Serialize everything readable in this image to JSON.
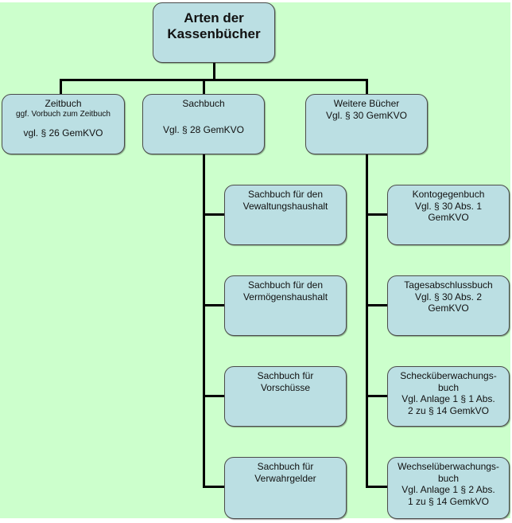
{
  "diagram": {
    "background_color": "#ccffcc",
    "box_color": "#bbdfe3",
    "root": {
      "line1": "Arten der",
      "line2": "Kassenbücher"
    },
    "level1": [
      {
        "id": "zeitbuch",
        "title": "Zeitbuch",
        "subtitle": "ggf. Vorbuch zum Zeitbuch",
        "ref": "vgl. § 26 GemKVO"
      },
      {
        "id": "sachbuch",
        "title": "Sachbuch",
        "ref": "Vgl. § 28 GemKVO"
      },
      {
        "id": "weitere",
        "title": "Weitere Bücher",
        "ref": "Vgl. § 30 GemKVO"
      }
    ],
    "sachbuch_children": [
      {
        "line1": "Sachbuch für den",
        "line2": "Vewaltungshaushalt"
      },
      {
        "line1": "Sachbuch für den",
        "line2": "Vermögenshaushalt"
      },
      {
        "line1": "Sachbuch für",
        "line2": "Vorschüsse"
      },
      {
        "line1": "Sachbuch für",
        "line2": "Verwahrgelder"
      }
    ],
    "weitere_children": [
      {
        "line1": "Kontogegenbuch",
        "line2": "Vgl. § 30 Abs. 1",
        "line3": "GemKVO"
      },
      {
        "line1": "Tagesabschlussbuch",
        "line2": "Vgl. § 30 Abs. 2",
        "line3": "GemKVO"
      },
      {
        "line1": "Schecküberwachungs-",
        "line2": "buch",
        "line3": "Vgl. Anlage 1  § 1 Abs.",
        "line4": "2 zu § 14 GemkVO"
      },
      {
        "line1": "Wechselüberwachungs-",
        "line2": "buch",
        "line3": "Vgl. Anlage 1  § 2 Abs.",
        "line4": "1 zu § 14 GemkVO"
      }
    ]
  }
}
